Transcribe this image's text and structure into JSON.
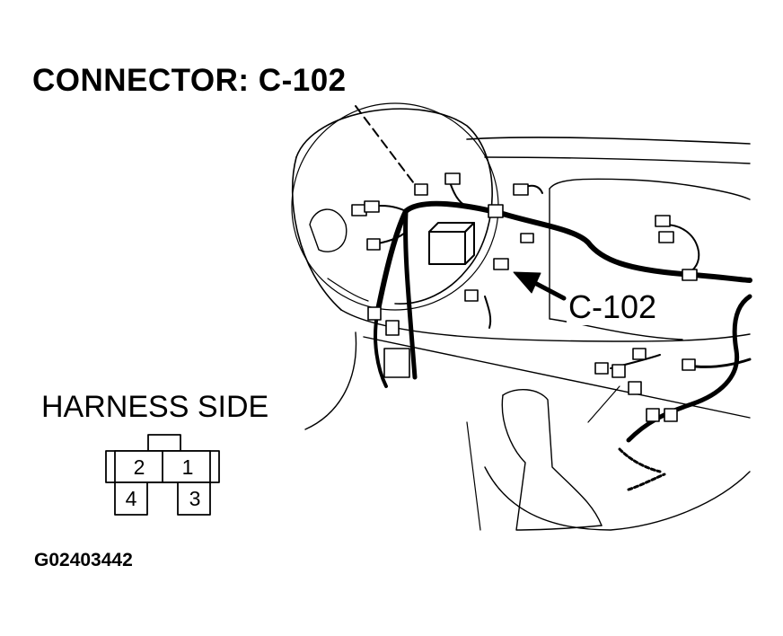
{
  "title": "CONNECTOR: C-102",
  "callout_label": "C-102",
  "harness_label": "HARNESS SIDE",
  "connector_pins": {
    "pin1": "1",
    "pin2": "2",
    "pin3": "3",
    "pin4": "4"
  },
  "figure_id": "G02403442"
}
